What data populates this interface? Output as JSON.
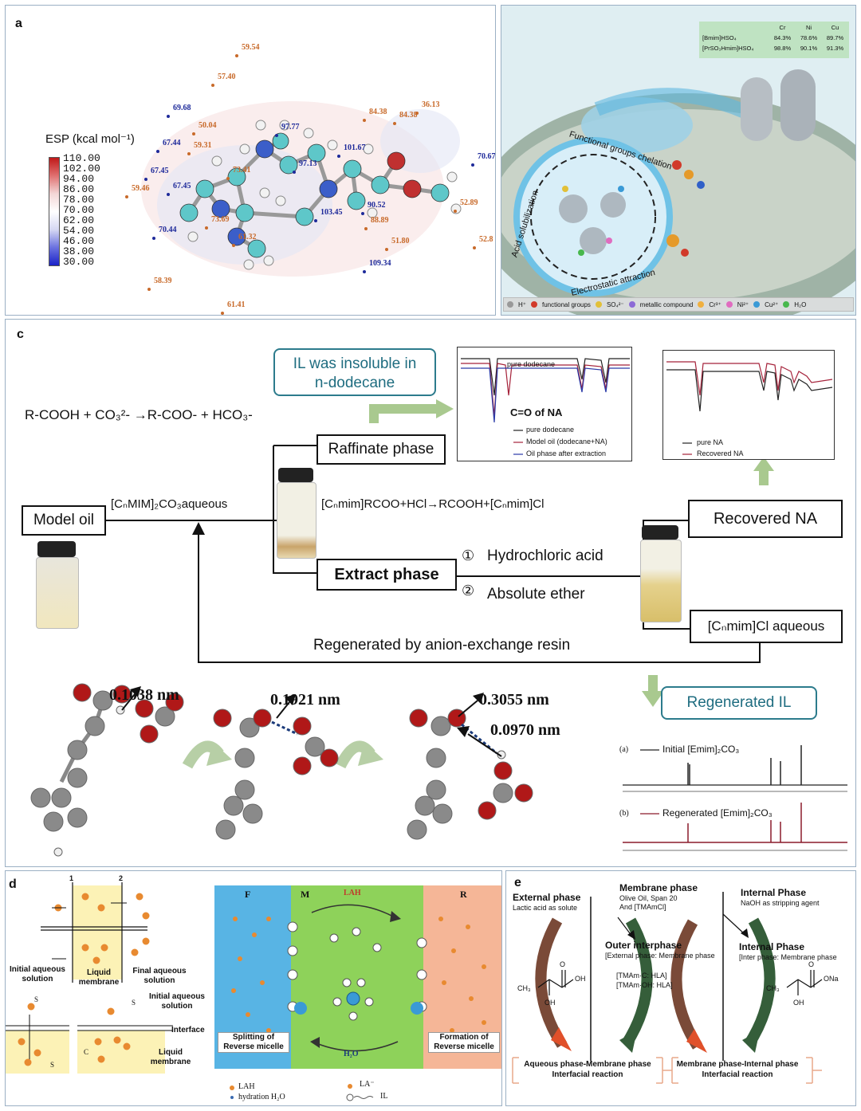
{
  "panel_a": {
    "label": "a",
    "esp_title": "ESP (kcal mol⁻¹)",
    "esp_ticks": [
      "110.00",
      "102.00",
      "94.00",
      "86.00",
      "78.00",
      "70.00",
      "62.00",
      "54.00",
      "46.00",
      "38.00",
      "30.00"
    ],
    "values_orange": [
      "59.54",
      "57.40",
      "50.04",
      "59.31",
      "59.46",
      "73.69",
      "61.32",
      "58.39",
      "61.41",
      "84.38",
      "84.38",
      "36.13",
      "52.89",
      "51.80",
      "52.8",
      "88.89",
      "73.41"
    ],
    "values_blue": [
      "69.68",
      "67.44",
      "67.45",
      "67.45",
      "70.44",
      "97.77",
      "101.67",
      "97.13",
      "90.52",
      "103.45",
      "109.34",
      "70.67"
    ]
  },
  "panel_b": {
    "label": "b",
    "table_header": [
      "",
      "Cr",
      "Ni",
      "Cu"
    ],
    "table_rows": [
      [
        "[Bmim]HSO₄",
        "84.3%",
        "78.6%",
        "89.7%"
      ],
      [
        "[PrSO₃Hmim]HSO₄",
        "98.8%",
        "90.1%",
        "91.3%"
      ]
    ],
    "ring_labels": [
      "Functional groups chelation",
      "Acid solubilization",
      "Electrostatic attraction"
    ],
    "legend": [
      "H⁺",
      "functional groups",
      "SO₄²⁻",
      "metallic compound",
      "Cr³⁺",
      "Ni²⁺",
      "Cu²⁺",
      "H₂O"
    ]
  },
  "panel_c": {
    "label": "c",
    "insoluble_note": "IL was insoluble in n-dodecane",
    "reaction1": "R-COOH + CO₃²- →R-COO- + HCO₃-",
    "raffinate": "Raffinate phase",
    "model_oil": "Model oil",
    "aqueous": "[CₙMIM]₂CO₃aqueous",
    "reaction2": "[Cₙmim]RCOO+HCl→RCOOH+[Cₙmim]Cl",
    "extract": "Extract phase",
    "step1_num": "①",
    "step1": "Hydrochloric acid",
    "step2_num": "②",
    "step2": "Absolute ether",
    "recovered": "Recovered NA",
    "cl_aqueous": "[Cₙmim]Cl aqueous",
    "regen_resin": "Regenerated by anion-exchange resin",
    "regen_il": "Regenerated IL",
    "spec1_top": "pure dodecane",
    "spec1_label": "C=O of NA",
    "spec1_legend": [
      "pure dodecane",
      "Model oil (dodecane+NA)",
      "Oil phase after extraction"
    ],
    "spec2_legend": [
      "pure NA",
      "Recovered NA"
    ],
    "nmr_a": "(a)",
    "nmr_a_label": "Initial [Emim]₂CO₃",
    "nmr_b": "(b)",
    "nmr_b_label": "Regenerated [Emim]₂CO₃",
    "distances": [
      "0.1038 nm",
      "0.1921 nm",
      "0.3055 nm",
      "0.0970 nm"
    ]
  },
  "panel_d": {
    "label": "d",
    "num1": "1",
    "num2": "2",
    "initial": "Initial aqueous solution",
    "liquid_membrane": "Liquid membrane",
    "final": "Final aqueous solution",
    "initial2": "Initial aqueous solution",
    "interface": "Interface",
    "liquid_membrane2": "Liquid membrane",
    "s": "S",
    "cs": "C",
    "zone_f": "F",
    "zone_m": "M",
    "zone_r": "R",
    "lah": "LAH",
    "h2o": "H₂O",
    "splitting": "Splitting of Reverse micelle",
    "formation": "Formation of Reverse micelle",
    "legend_lah": "LAH",
    "legend_h2o": "hydration H₂O",
    "legend_la": "LA⁻",
    "legend_il": "IL"
  },
  "panel_e": {
    "label": "e",
    "external": "External phase",
    "external_sub": "Lactic acid as solute",
    "membrane": "Membrane phase",
    "membrane_sub1": "Olive Oil, Span 20",
    "membrane_sub2": "And [TMAmCl]",
    "internal": "Internal Phase",
    "internal_sub": "NaOH as stripping agent",
    "outer_inter": "Outer interphase",
    "outer_inter_sub": "[External phase: Membrane phase",
    "complex1": "[TMAm·C: HLA]",
    "complex2": "[TMAm·OH: HLA]",
    "inner_inter": "Internal Phase",
    "inner_inter_sub": "[Inter phase: Membrane phase",
    "bracket1_l1": "Aqueous phase-Membrane phase",
    "bracket1_l2": "Interfacial reaction",
    "bracket2_l1": "Membrane phase-Internal phase",
    "bracket2_l2": "Interfacial reaction",
    "ch3": "CH₃",
    "oh": "OH",
    "o": "O",
    "ona": "ONa"
  }
}
